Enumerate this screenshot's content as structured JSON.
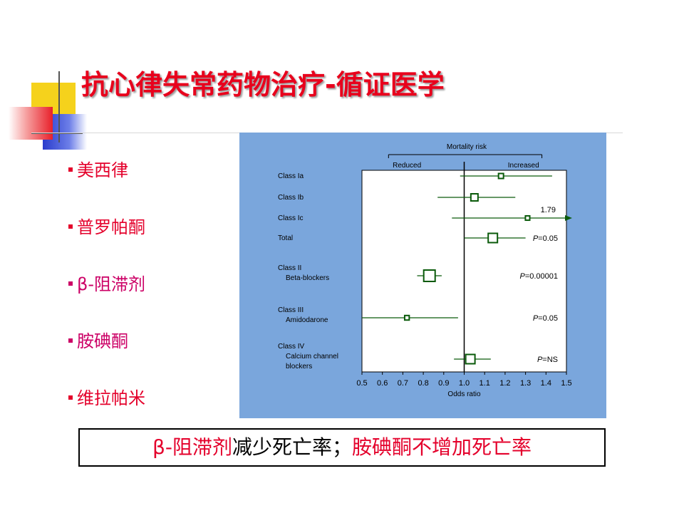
{
  "title": "抗心律失常药物治疗-循证医学",
  "bullets": [
    {
      "label": "美西律"
    },
    {
      "label": "普罗帕酮"
    },
    {
      "label": "β-阻滞剂"
    },
    {
      "label": "胺碘酮"
    },
    {
      "label": "维拉帕米"
    }
  ],
  "caption": {
    "part1": "β-阻滞剂",
    "part2": "减少死亡率；",
    "part3": "胺碘酮不增加死亡率"
  },
  "colors": {
    "title": "#e8001c",
    "bullet": "#e4002b",
    "chart_bg": "#7aa6dc",
    "series": "#0a5a0a"
  },
  "chart_data": {
    "type": "forest",
    "header": "Mortality risk",
    "left_group_label": "Reduced",
    "right_group_label": "Increased",
    "xlabel": "Odds ratio",
    "xlim": [
      0.5,
      1.5
    ],
    "xticks": [
      "0.5",
      "0.6",
      "0.7",
      "0.8",
      "0.9",
      "1.0",
      "1.1",
      "1.2",
      "1.3",
      "1.4",
      "1.5"
    ],
    "reference_line": 1.0,
    "rows": [
      {
        "label": [
          "Class Ia"
        ],
        "estimate": 1.18,
        "ci": [
          0.98,
          1.43
        ],
        "weight": 1,
        "annotation": ""
      },
      {
        "label": [
          "Class Ib"
        ],
        "estimate": 1.05,
        "ci": [
          0.87,
          1.25
        ],
        "weight": 2,
        "annotation": ""
      },
      {
        "label": [
          "Class Ic"
        ],
        "estimate": 1.31,
        "ci": [
          0.94,
          1.79
        ],
        "weight": 0.7,
        "annotation": "1.79",
        "arrow": true
      },
      {
        "label": [
          "Total"
        ],
        "estimate": 1.14,
        "ci": [
          1.0,
          1.3
        ],
        "weight": 3,
        "annotation": "P=0.05"
      },
      {
        "label": [
          "Class II",
          "Beta-blockers"
        ],
        "estimate": 0.83,
        "ci": [
          0.77,
          0.89
        ],
        "weight": 4,
        "annotation": "P=0.00001"
      },
      {
        "label": [
          "Class III",
          "Amidodarone"
        ],
        "estimate": 0.72,
        "ci": [
          0.5,
          0.97
        ],
        "weight": 0.8,
        "annotation": "P=0.05"
      },
      {
        "label": [
          "Class IV",
          "Calcium channel",
          "blockers"
        ],
        "estimate": 1.03,
        "ci": [
          0.95,
          1.13
        ],
        "weight": 3,
        "annotation": "P=NS"
      }
    ]
  }
}
